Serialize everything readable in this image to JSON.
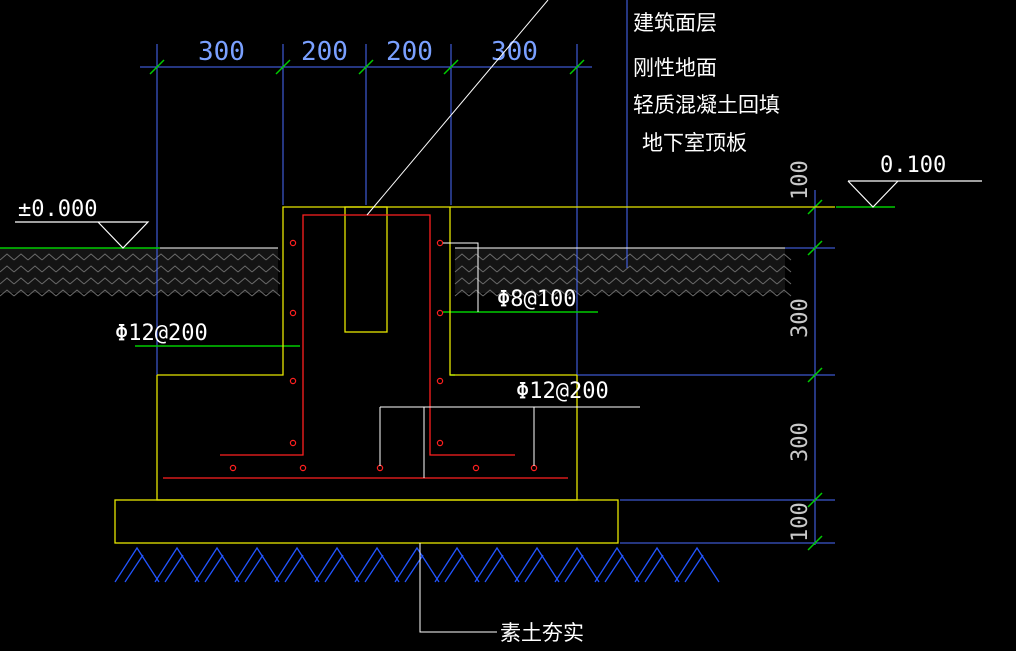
{
  "top_dimensions": [
    "300",
    "200",
    "200",
    "300"
  ],
  "right_dimensions": [
    "100",
    "300",
    "300",
    "100"
  ],
  "elevation_left": "±0.000",
  "elevation_right": "0.100",
  "layers": [
    "建筑面层",
    "刚性地面",
    "轻质混凝土回填",
    "地下室顶板"
  ],
  "rebar_labels": {
    "left_wall": "Φ12@200",
    "stirrup": "Φ8@100",
    "bottom": "Φ12@200"
  },
  "ground_label": "素土夯实",
  "colors": {
    "background": "#000000",
    "dimension": "#4a6cff",
    "dim_tick": "#00cc00",
    "concrete_outline": "#e6e600",
    "rebar": "#ff2020",
    "leader": "#ffffff",
    "hatch_ground": "#7a7a7a",
    "hatch_soil": "#2255ff"
  }
}
